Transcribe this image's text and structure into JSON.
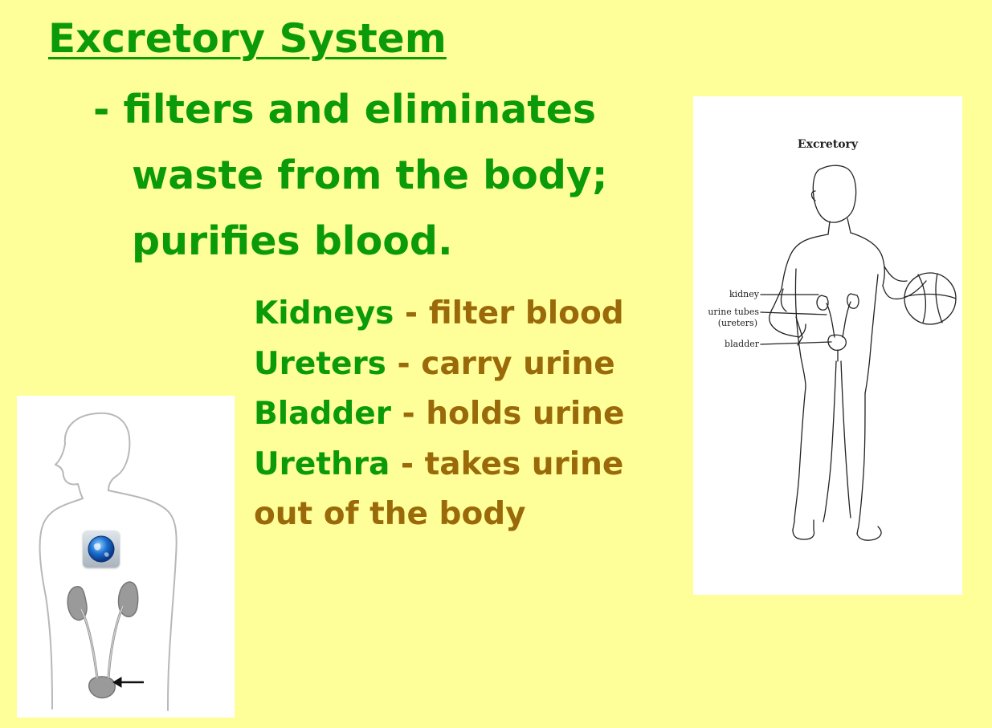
{
  "slide": {
    "title": "Excretory System",
    "definition_lines": [
      "- filters and eliminates",
      "waste from the body;",
      "purifies blood."
    ],
    "parts": [
      {
        "organ": "Kidneys",
        "function": " - filter blood"
      },
      {
        "organ": "Ureters",
        "function": " - carry urine"
      },
      {
        "organ": "Bladder",
        "function": " - holds urine"
      },
      {
        "organ": "Urethra",
        "function": " - takes urine"
      }
    ],
    "parts_continuation": "out of the body"
  },
  "figure_right": {
    "title": "Excretory",
    "labels": {
      "kidney": "kidney",
      "urine_tubes": "urine tubes",
      "ureters": "(ureters)",
      "bladder": "bladder"
    }
  },
  "figure_left": {
    "icon": "globe-icon"
  },
  "colors": {
    "background": "#ffff99",
    "green_text": "#0a9a0a",
    "brown_text": "#9a6a0a"
  }
}
